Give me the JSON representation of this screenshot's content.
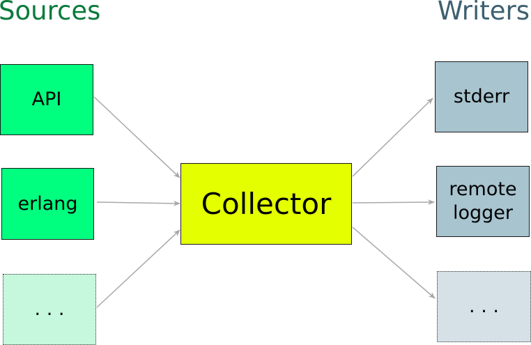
{
  "headings": {
    "sources": "Sources",
    "writers": "Writers"
  },
  "nodes": {
    "api": "API",
    "erlang": "erlang",
    "source_more": ". . .",
    "collector": "Collector",
    "stderr": "stderr",
    "remote_logger": "remote\nlogger",
    "writer_more": ". . ."
  },
  "edges": [
    {
      "from": "api",
      "to": "collector"
    },
    {
      "from": "erlang",
      "to": "collector"
    },
    {
      "from": "source_more",
      "to": "collector"
    },
    {
      "from": "collector",
      "to": "stderr"
    },
    {
      "from": "collector",
      "to": "remote_logger"
    },
    {
      "from": "collector",
      "to": "writer_more"
    }
  ],
  "colors": {
    "sources_heading": "#0a7a3c",
    "writers_heading": "#3e6070",
    "source_fill": "#00ff7f",
    "source_more_fill": "#c5f8dc",
    "collector_fill": "#e3ff00",
    "writer_fill": "#a7c4cf",
    "writer_more_fill": "#d5e1e6",
    "edge": "#a8a8a8"
  }
}
